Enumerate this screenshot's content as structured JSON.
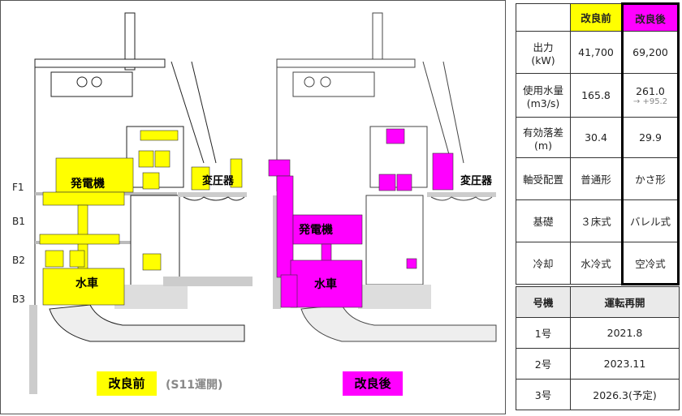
{
  "diagram": {
    "floors": [
      "F1",
      "B1",
      "B2",
      "B3"
    ],
    "before_tags": {
      "generator": "発電機",
      "turbine": "水車",
      "transformer": "変圧器"
    },
    "after_tags": {
      "generator": "発電機",
      "turbine": "水車",
      "transformer": "変圧器"
    },
    "badge_before": "改良前",
    "badge_before_note": "(S11運開)",
    "badge_after": "改良後",
    "colors": {
      "before": "#ffff00",
      "after": "#ff00ff"
    }
  },
  "spec_table": {
    "header": {
      "before": "改良前",
      "after": "改良後"
    },
    "rows": [
      {
        "label": "出力\n(kW)",
        "before": "41,700",
        "after": "69,200"
      },
      {
        "label": "使用水量\n(m3/s)",
        "before": "165.8",
        "after": "261.0",
        "note": "→ +95.2"
      },
      {
        "label": "有効落差\n(m)",
        "before": "30.4",
        "after": "29.9"
      },
      {
        "label": "軸受配置",
        "before": "普通形",
        "after": "かさ形"
      },
      {
        "label": "基礎",
        "before": "３床式",
        "after": "バレル式"
      },
      {
        "label": "冷却",
        "before": "水冷式",
        "after": "空冷式"
      }
    ]
  },
  "restart_table": {
    "headers": [
      "号機",
      "運転再開"
    ],
    "rows": [
      [
        "1号",
        "2021.8"
      ],
      [
        "2号",
        "2023.11"
      ],
      [
        "3号",
        "2026.3(予定)"
      ]
    ]
  }
}
